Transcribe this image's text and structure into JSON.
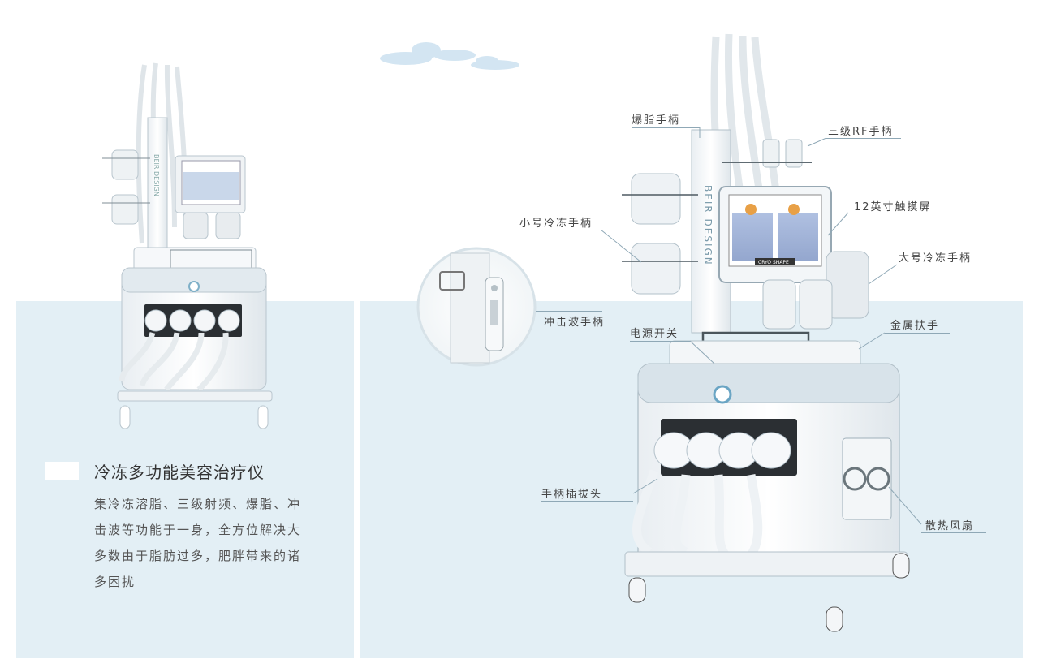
{
  "product": {
    "title": "冷冻多功能美容治疗仪",
    "description_lines": [
      "集冷冻溶脂、三级射频、爆脂、冲",
      "击波等功能于一身，全方位解决大",
      "多数由于脂肪过多，肥胖带来的诸",
      "多困扰"
    ]
  },
  "callouts": {
    "explosion_handle": "爆脂手柄",
    "rf_handle": "三级RF手柄",
    "touchscreen": "12英寸触摸屏",
    "small_cryo_handle": "小号冷冻手柄",
    "large_cryo_handle": "大号冷冻手柄",
    "shockwave_handle": "冲击波手柄",
    "power_switch": "电源开关",
    "metal_handrail": "金属扶手",
    "handle_plug": "手柄插拔头",
    "cooling_fan": "散热风扇"
  },
  "device_branding": {
    "column_text": "BEIR DESIGN",
    "screen_brand": "CRYO SHAPE"
  },
  "colors": {
    "panel_bg": "#e3eff5",
    "device_accent": "#8fb0c3",
    "device_body": "#f4f7f9"
  }
}
